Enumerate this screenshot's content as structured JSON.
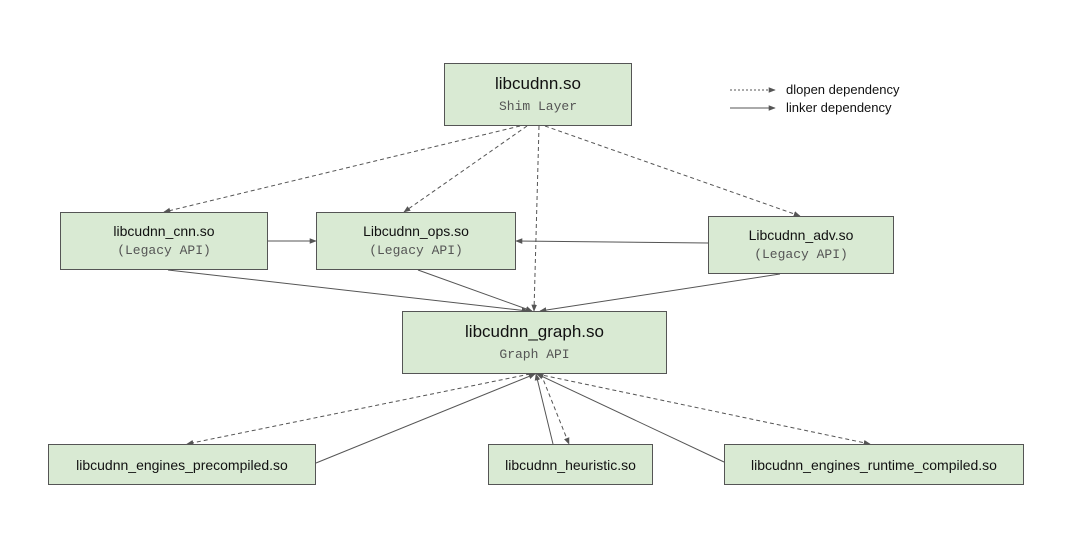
{
  "legend": {
    "dlopen": "dlopen dependency",
    "linker": "linker dependency"
  },
  "nodes": {
    "shim": {
      "name": "libcudnn.so",
      "sub": "Shim Layer"
    },
    "cnn": {
      "name": "libcudnn_cnn.so",
      "sub": "(Legacy API)"
    },
    "ops": {
      "name": "Libcudnn_ops.so",
      "sub": "(Legacy API)"
    },
    "adv": {
      "name": "Libcudnn_adv.so",
      "sub": "(Legacy API)"
    },
    "graph": {
      "name": "libcudnn_graph.so",
      "sub": "Graph API"
    },
    "precompiled": {
      "name": "libcudnn_engines_precompiled.so"
    },
    "heuristic": {
      "name": "libcudnn_heuristic.so"
    },
    "runtime": {
      "name": "libcudnn_engines_runtime_compiled.so"
    }
  },
  "colors": {
    "node_fill": "#d9ead3",
    "node_border": "#555555",
    "edge": "#555555"
  },
  "edges": [
    {
      "from": "shim",
      "to": "cnn",
      "kind": "dlopen"
    },
    {
      "from": "shim",
      "to": "ops",
      "kind": "dlopen"
    },
    {
      "from": "shim",
      "to": "adv",
      "kind": "dlopen"
    },
    {
      "from": "shim",
      "to": "graph",
      "kind": "dlopen"
    },
    {
      "from": "cnn",
      "to": "ops",
      "kind": "linker"
    },
    {
      "from": "adv",
      "to": "ops",
      "kind": "linker"
    },
    {
      "from": "cnn",
      "to": "graph",
      "kind": "linker"
    },
    {
      "from": "ops",
      "to": "graph",
      "kind": "linker"
    },
    {
      "from": "adv",
      "to": "graph",
      "kind": "linker"
    },
    {
      "from": "graph",
      "to": "precompiled",
      "kind": "dlopen"
    },
    {
      "from": "graph",
      "to": "heuristic",
      "kind": "dlopen"
    },
    {
      "from": "graph",
      "to": "runtime",
      "kind": "dlopen"
    },
    {
      "from": "precompiled",
      "to": "graph",
      "kind": "linker"
    },
    {
      "from": "heuristic",
      "to": "graph",
      "kind": "linker"
    },
    {
      "from": "runtime",
      "to": "graph",
      "kind": "linker"
    }
  ]
}
